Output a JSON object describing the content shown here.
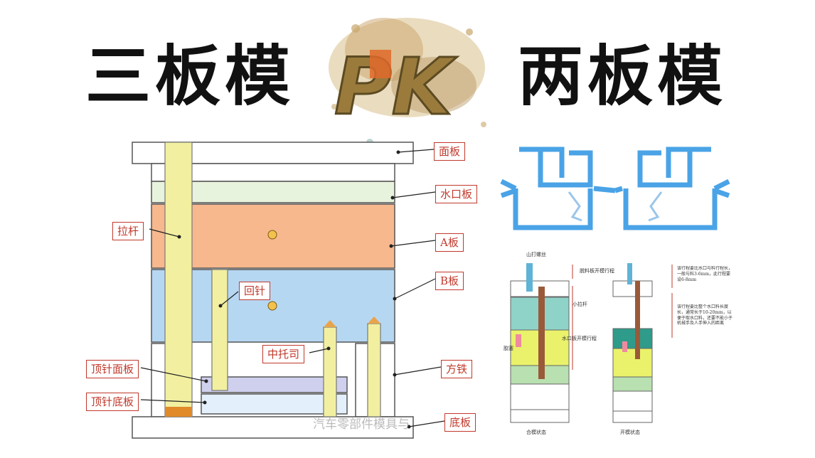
{
  "titles": {
    "left": "三板模",
    "vs": "PK",
    "right": "两板模"
  },
  "labels": {
    "face_plate": "面板",
    "runner_plate": "水口板",
    "a_plate": "A板",
    "b_plate": "B板",
    "pull_rod": "拉杆",
    "return_pin": "回针",
    "middle_support": "中托司",
    "ejector_face_plate": "顶针面板",
    "ejector_base_plate": "顶针底板",
    "spacer_block": "方铁",
    "base_plate": "底板"
  },
  "watermark": "汽车零部件模具与",
  "small_diagram": {
    "left_top": "山打螺丝",
    "left_stroke1": "脱料板开模行程",
    "left_pull": "小拉杆",
    "left_gate": "胶塞",
    "left_stroke2": "水口板开模行程",
    "left_caption": "合模状态",
    "right_note1": "该行程要比水口与料行程长，一般与料3-6mm，此行程要设6-8mm",
    "right_note2": "该行程要比整个水口料长度长，通常长于10-20mm，以便于取水口料，还要不能小于机械手及人手伸入的距离",
    "right_caption": "开模状态"
  },
  "colors": {
    "face_plate": "#ffffff",
    "runner_plate": "#e8f3dd",
    "a_plate": "#f7b88e",
    "b_plate": "#b6d7f2",
    "rods": "#f2f0a0",
    "ejector": "#cfd0ee",
    "blue_part": "#4aa3e6",
    "label_red": "#c0392b"
  }
}
